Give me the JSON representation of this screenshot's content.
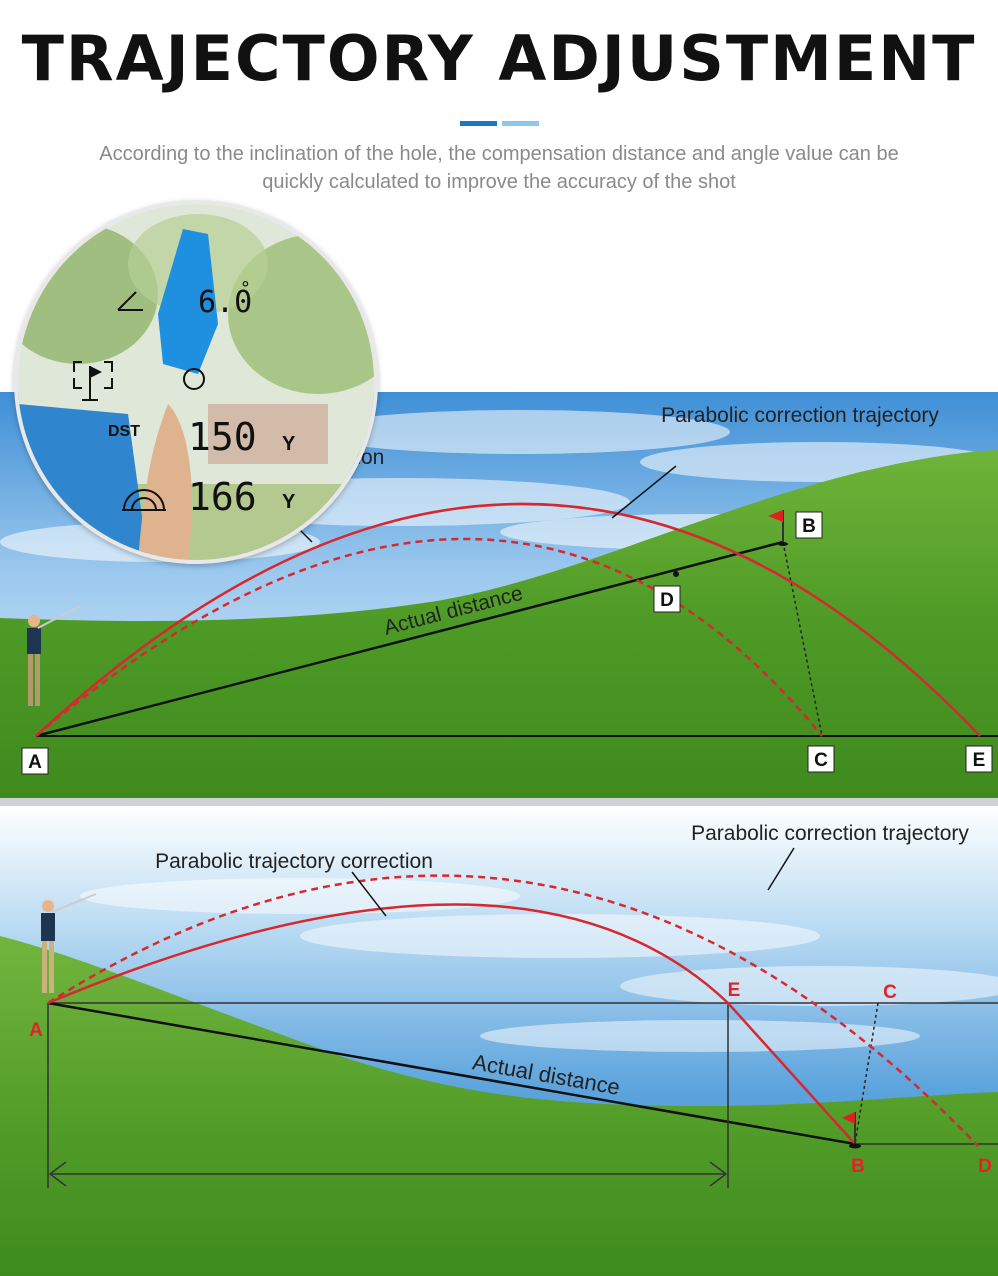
{
  "header": {
    "title": "TRAJECTORY ADJUSTMENT",
    "subtitle_line1": "According to the inclination of the hole, the compensation distance and angle value can be",
    "subtitle_line2": "quickly calculated to improve the accuracy of the shot",
    "accent_colors": [
      "#1c78c4",
      "#8dc6ee"
    ]
  },
  "scope": {
    "angle_value": "6.0",
    "angle_unit": "°",
    "dst_label": "DST",
    "distance_value": "150",
    "distance_unit": "Y",
    "corrected_value": "166",
    "corrected_unit": "Y",
    "icons": [
      "angle-icon",
      "flag-target-icon",
      "circle-icon",
      "slope-dome-icon"
    ]
  },
  "panel_uphill": {
    "label_parabolic": "Parabolic correction trajectory",
    "label_partial": "ction",
    "label_actual": "Actual distance",
    "points": {
      "a": "A",
      "b": "B",
      "c": "C",
      "d": "D",
      "e": "E"
    },
    "colors": {
      "trajectory": "#d7282f",
      "line": "#111111"
    }
  },
  "panel_downhill": {
    "label_parabolic_correction": "Parabolic correction trajectory",
    "label_trajectory_correction": "Parabolic trajectory correction",
    "label_actual": "Actual distance",
    "points": {
      "a": "A",
      "b": "B",
      "c": "C",
      "d": "D",
      "e": "E"
    },
    "colors": {
      "trajectory": "#d7282f",
      "point_label": "#e02424"
    }
  }
}
